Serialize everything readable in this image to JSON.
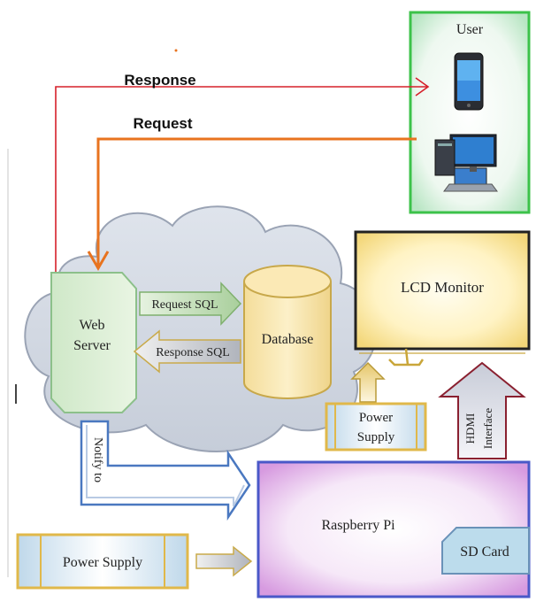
{
  "user": {
    "title": "User"
  },
  "arrows": {
    "response": "Response",
    "request": "Request",
    "notify": "Notify to"
  },
  "web_server": {
    "line1": "Web",
    "line2": "Server"
  },
  "sql": {
    "request": "Request SQL",
    "response": "Response SQL"
  },
  "database": {
    "label": "Database"
  },
  "lcd": {
    "label": "LCD Monitor"
  },
  "lcd_power": {
    "line1": "Power",
    "line2": "Supply"
  },
  "hdmi": {
    "line1": "HDMI",
    "line2": "Interface"
  },
  "raspberry": {
    "label": "Raspberry Pi"
  },
  "sd_card": {
    "label": "SD Card"
  },
  "pi_power": {
    "label": "Power Supply"
  },
  "colors": {
    "response": "#d6202a",
    "request": "#e8731f",
    "user_border": "#3cc24a",
    "pi_border": "#4a58c8",
    "supply_border": "#e0b84a"
  }
}
